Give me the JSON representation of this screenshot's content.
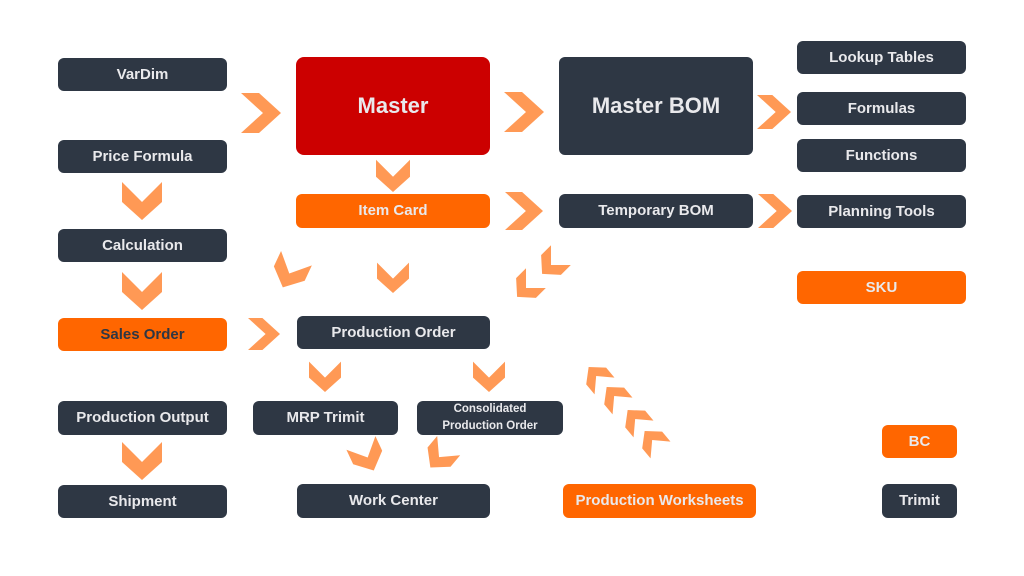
{
  "colors": {
    "dark": "#2e3744",
    "orange": "#ff6600",
    "red": "#cc0000",
    "arrow": "#ff9955",
    "text_light": "#e9e9ec"
  },
  "nodes": {
    "vardim": "VarDim",
    "price_formula": "Price Formula",
    "calculation": "Calculation",
    "sales_order": "Sales Order",
    "production_output": "Production Output",
    "shipment": "Shipment",
    "master": "Master",
    "item_card": "Item Card",
    "production_order": "Production Order",
    "mrp_trimit": "MRP Trimit",
    "consolidated_production_order_line1": "Consolidated",
    "consolidated_production_order_line2": "Production Order",
    "work_center": "Work Center",
    "master_bom": "Master BOM",
    "temporary_bom": "Temporary BOM",
    "production_worksheets": "Production Worksheets",
    "lookup_tables": "Lookup Tables",
    "formulas": "Formulas",
    "functions": "Functions",
    "planning_tools": "Planning Tools",
    "sku": "SKU"
  },
  "legend": {
    "bc": "BC",
    "trimit": "Trimit"
  },
  "connections": [
    {
      "from": "VarDim",
      "to": "Master"
    },
    {
      "from": "Master",
      "to": "Master BOM"
    },
    {
      "from": "Master BOM",
      "to": "Formulas"
    },
    {
      "from": "Master",
      "to": "Item Card"
    },
    {
      "from": "Item Card",
      "to": "Temporary BOM"
    },
    {
      "from": "Temporary BOM",
      "to": "Planning Tools"
    },
    {
      "from": "Price Formula",
      "to": "Calculation"
    },
    {
      "from": "Calculation",
      "to": "Sales Order"
    },
    {
      "from": "Sales Order",
      "to": "Production Order"
    },
    {
      "from": "Item Card",
      "to": "Production Order"
    },
    {
      "from": "Temporary BOM",
      "to": "Production Order"
    },
    {
      "from": "Production Order",
      "to": "MRP Trimit"
    },
    {
      "from": "Production Order",
      "to": "Consolidated Production Order"
    },
    {
      "from": "MRP Trimit",
      "to": "Work Center"
    },
    {
      "from": "Consolidated Production Order",
      "to": "Work Center"
    },
    {
      "from": "Production Output",
      "to": "Shipment"
    },
    {
      "from": "Production Worksheets",
      "to": "Production Order"
    }
  ]
}
